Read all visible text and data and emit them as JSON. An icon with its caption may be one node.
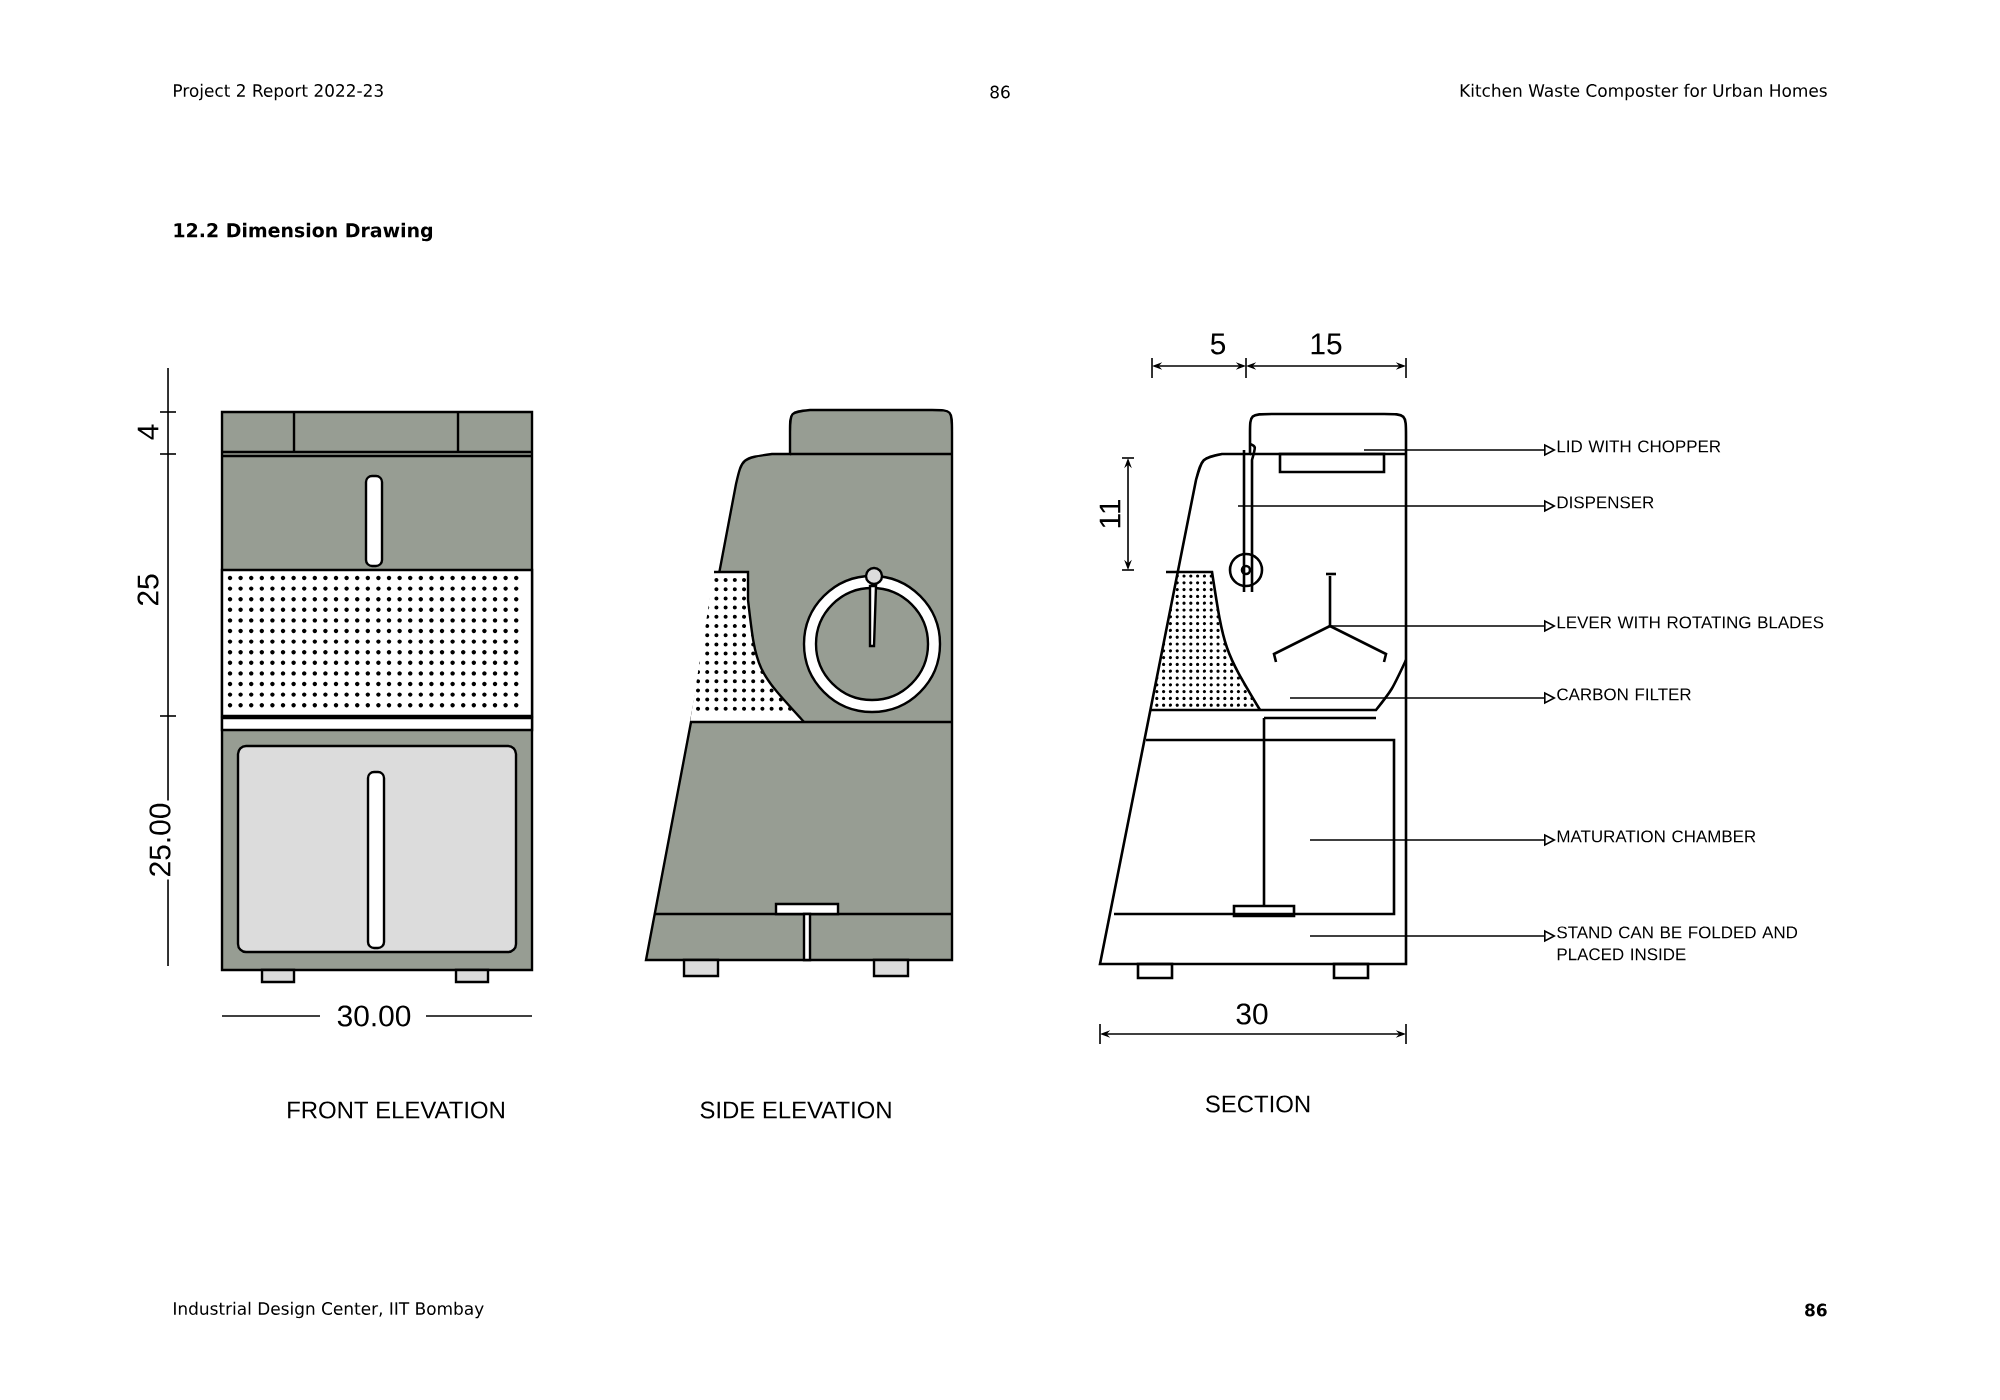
{
  "diagram": {
    "title": "12.2 Dimension Drawing",
    "nodes": [
      {
        "text": [
          "LID WITH CHOPPER"
        ]
      },
      {
        "text": [
          "DISPENSER"
        ]
      },
      {
        "text": [
          "LEVER WITH ROTATING BLADES"
        ]
      },
      {
        "text": [
          "CARBON FILTER"
        ]
      },
      {
        "text": [
          "MATURATION CHAMBER"
        ]
      },
      {
        "text": [
          "STAND CAN BE FOLDED AND PLACED INSIDE"
        ]
      }
    ],
    "edges": [
      {
        "from": null,
        "to": 0,
        "arrow": "to"
      },
      {
        "from": null,
        "to": 1,
        "arrow": "to"
      },
      {
        "from": null,
        "to": 2,
        "arrow": "to"
      },
      {
        "from": null,
        "to": 3,
        "arrow": "to"
      },
      {
        "from": null,
        "to": 4,
        "arrow": "to"
      },
      {
        "from": null,
        "to": 5,
        "arrow": "to"
      }
    ],
    "labels": [
      "Project 2 Report 2022-23",
      "86",
      "Kitchen Waste Composter for Urban Homes",
      "4",
      "25",
      "25.00",
      "30.00",
      "5",
      "15",
      "11",
      "30",
      "FRONT ELEVATION",
      "SIDE ELEVATION",
      "SECTION",
      "Industrial Design Center, IIT Bombay",
      "86"
    ]
  }
}
